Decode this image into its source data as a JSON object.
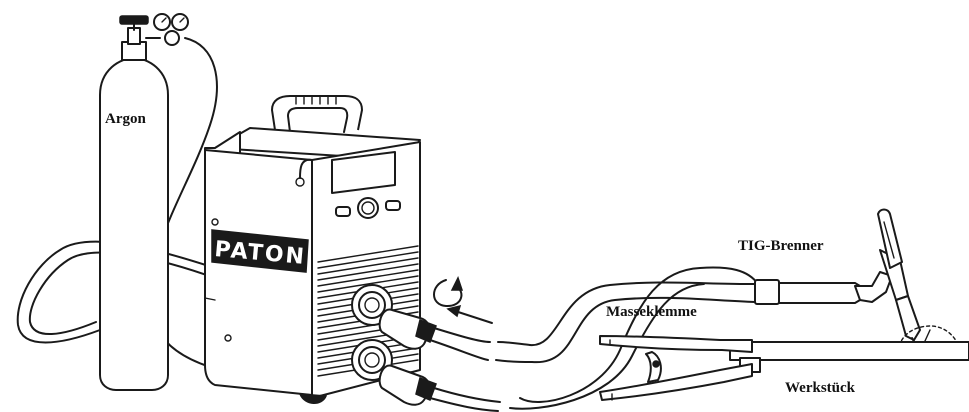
{
  "labels": {
    "gas": "Argon",
    "torch": "TIG-Brenner",
    "ground_clamp": "Masseklemme",
    "workpiece": "Werkstück"
  },
  "machine": {
    "brand": "PATON"
  }
}
